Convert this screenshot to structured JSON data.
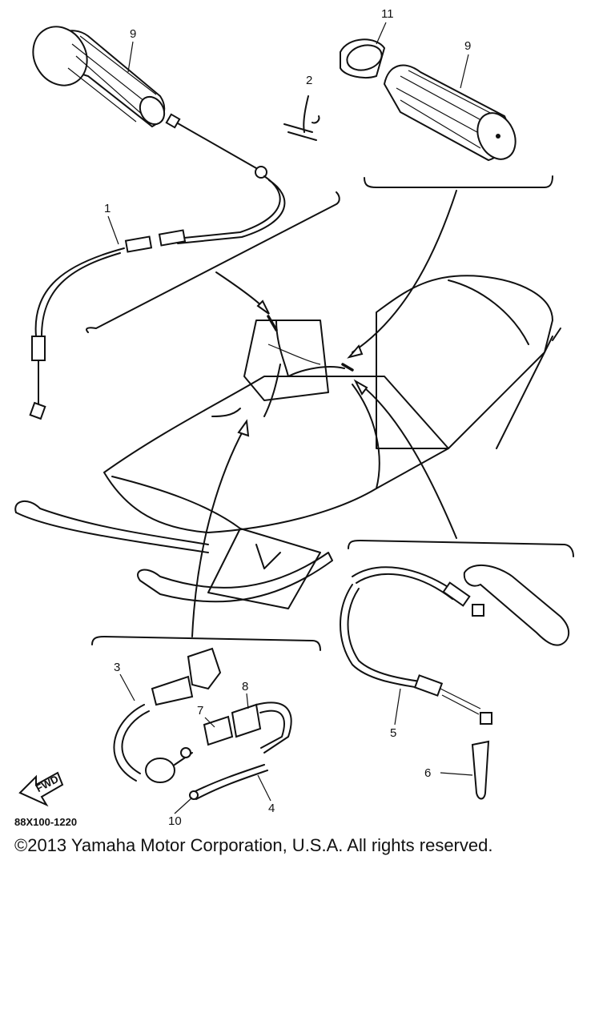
{
  "diagram": {
    "callouts": [
      "1",
      "2",
      "3",
      "4",
      "5",
      "6",
      "7",
      "8",
      "9",
      "9",
      "10",
      "11"
    ],
    "part_code": "88X100-1220",
    "fwd_label": "FWD"
  },
  "footer": {
    "copyright": "©2013 Yamaha Motor Corporation, U.S.A. All rights reserved."
  }
}
